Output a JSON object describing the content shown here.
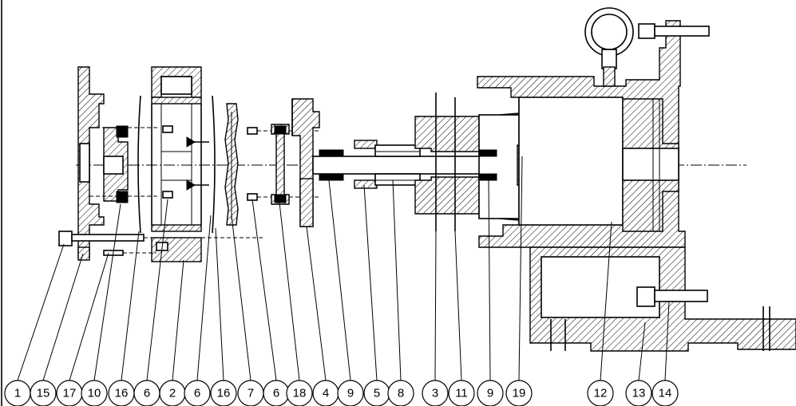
{
  "balloons": [
    {
      "label": "1"
    },
    {
      "label": "15"
    },
    {
      "label": "17"
    },
    {
      "label": "10"
    },
    {
      "label": "16"
    },
    {
      "label": "6"
    },
    {
      "label": "2"
    },
    {
      "label": "6"
    },
    {
      "label": "16"
    },
    {
      "label": "7"
    },
    {
      "label": "6"
    },
    {
      "label": "18"
    },
    {
      "label": "4"
    },
    {
      "label": "9"
    },
    {
      "label": "5"
    },
    {
      "label": "8"
    },
    {
      "label": "3"
    },
    {
      "label": "11"
    },
    {
      "label": "9"
    },
    {
      "label": "19"
    },
    {
      "label": "12"
    },
    {
      "label": "13"
    },
    {
      "label": "14"
    }
  ]
}
